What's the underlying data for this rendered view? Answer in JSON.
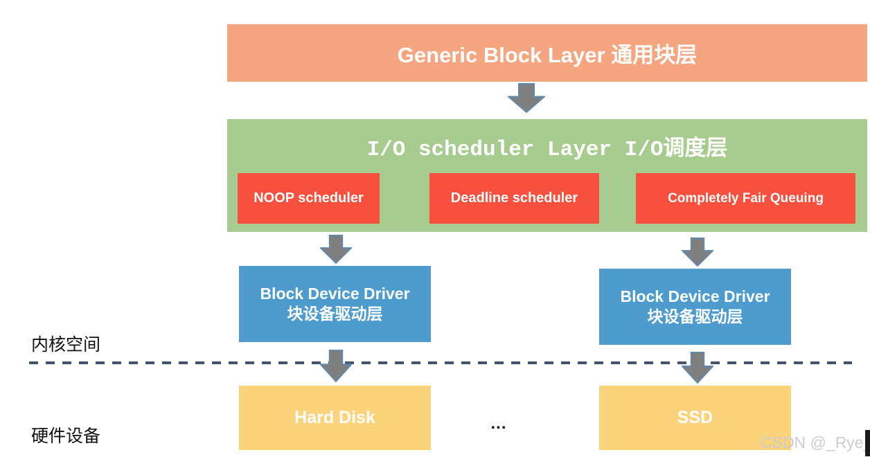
{
  "diagram": {
    "generic_block_layer": {
      "label": "Generic Block Layer 通用块层"
    },
    "io_scheduler_layer": {
      "label": "I/O scheduler Layer I/O调度层",
      "schedulers": [
        {
          "label": "NOOP scheduler"
        },
        {
          "label": "Deadline scheduler"
        },
        {
          "label": "Completely Fair Queuing"
        }
      ]
    },
    "block_device_drivers": [
      {
        "line1": "Block Device Driver",
        "line2": "块设备驱动层"
      },
      {
        "line1": "Block Device Driver",
        "line2": "块设备驱动层"
      }
    ],
    "devices": [
      {
        "label": "Hard Disk"
      },
      {
        "label": "SSD"
      }
    ],
    "ellipsis": "...",
    "side_labels": {
      "kernel_space": "内核空间",
      "hardware_device": "硬件设备"
    },
    "watermark": "CSDN @_Rye_",
    "colors": {
      "generic_layer_bg": "#F5A57F",
      "io_layer_bg": "#A8CC8F",
      "scheduler_bg": "#F8503F",
      "driver_bg": "#4E9CCD",
      "device_bg": "#FBD37B",
      "arrow_fill": "#7F7F7F",
      "arrow_stroke": "#6089AE",
      "dashed_line": "#44546A",
      "watermark_text": "#C9CCD3"
    }
  }
}
